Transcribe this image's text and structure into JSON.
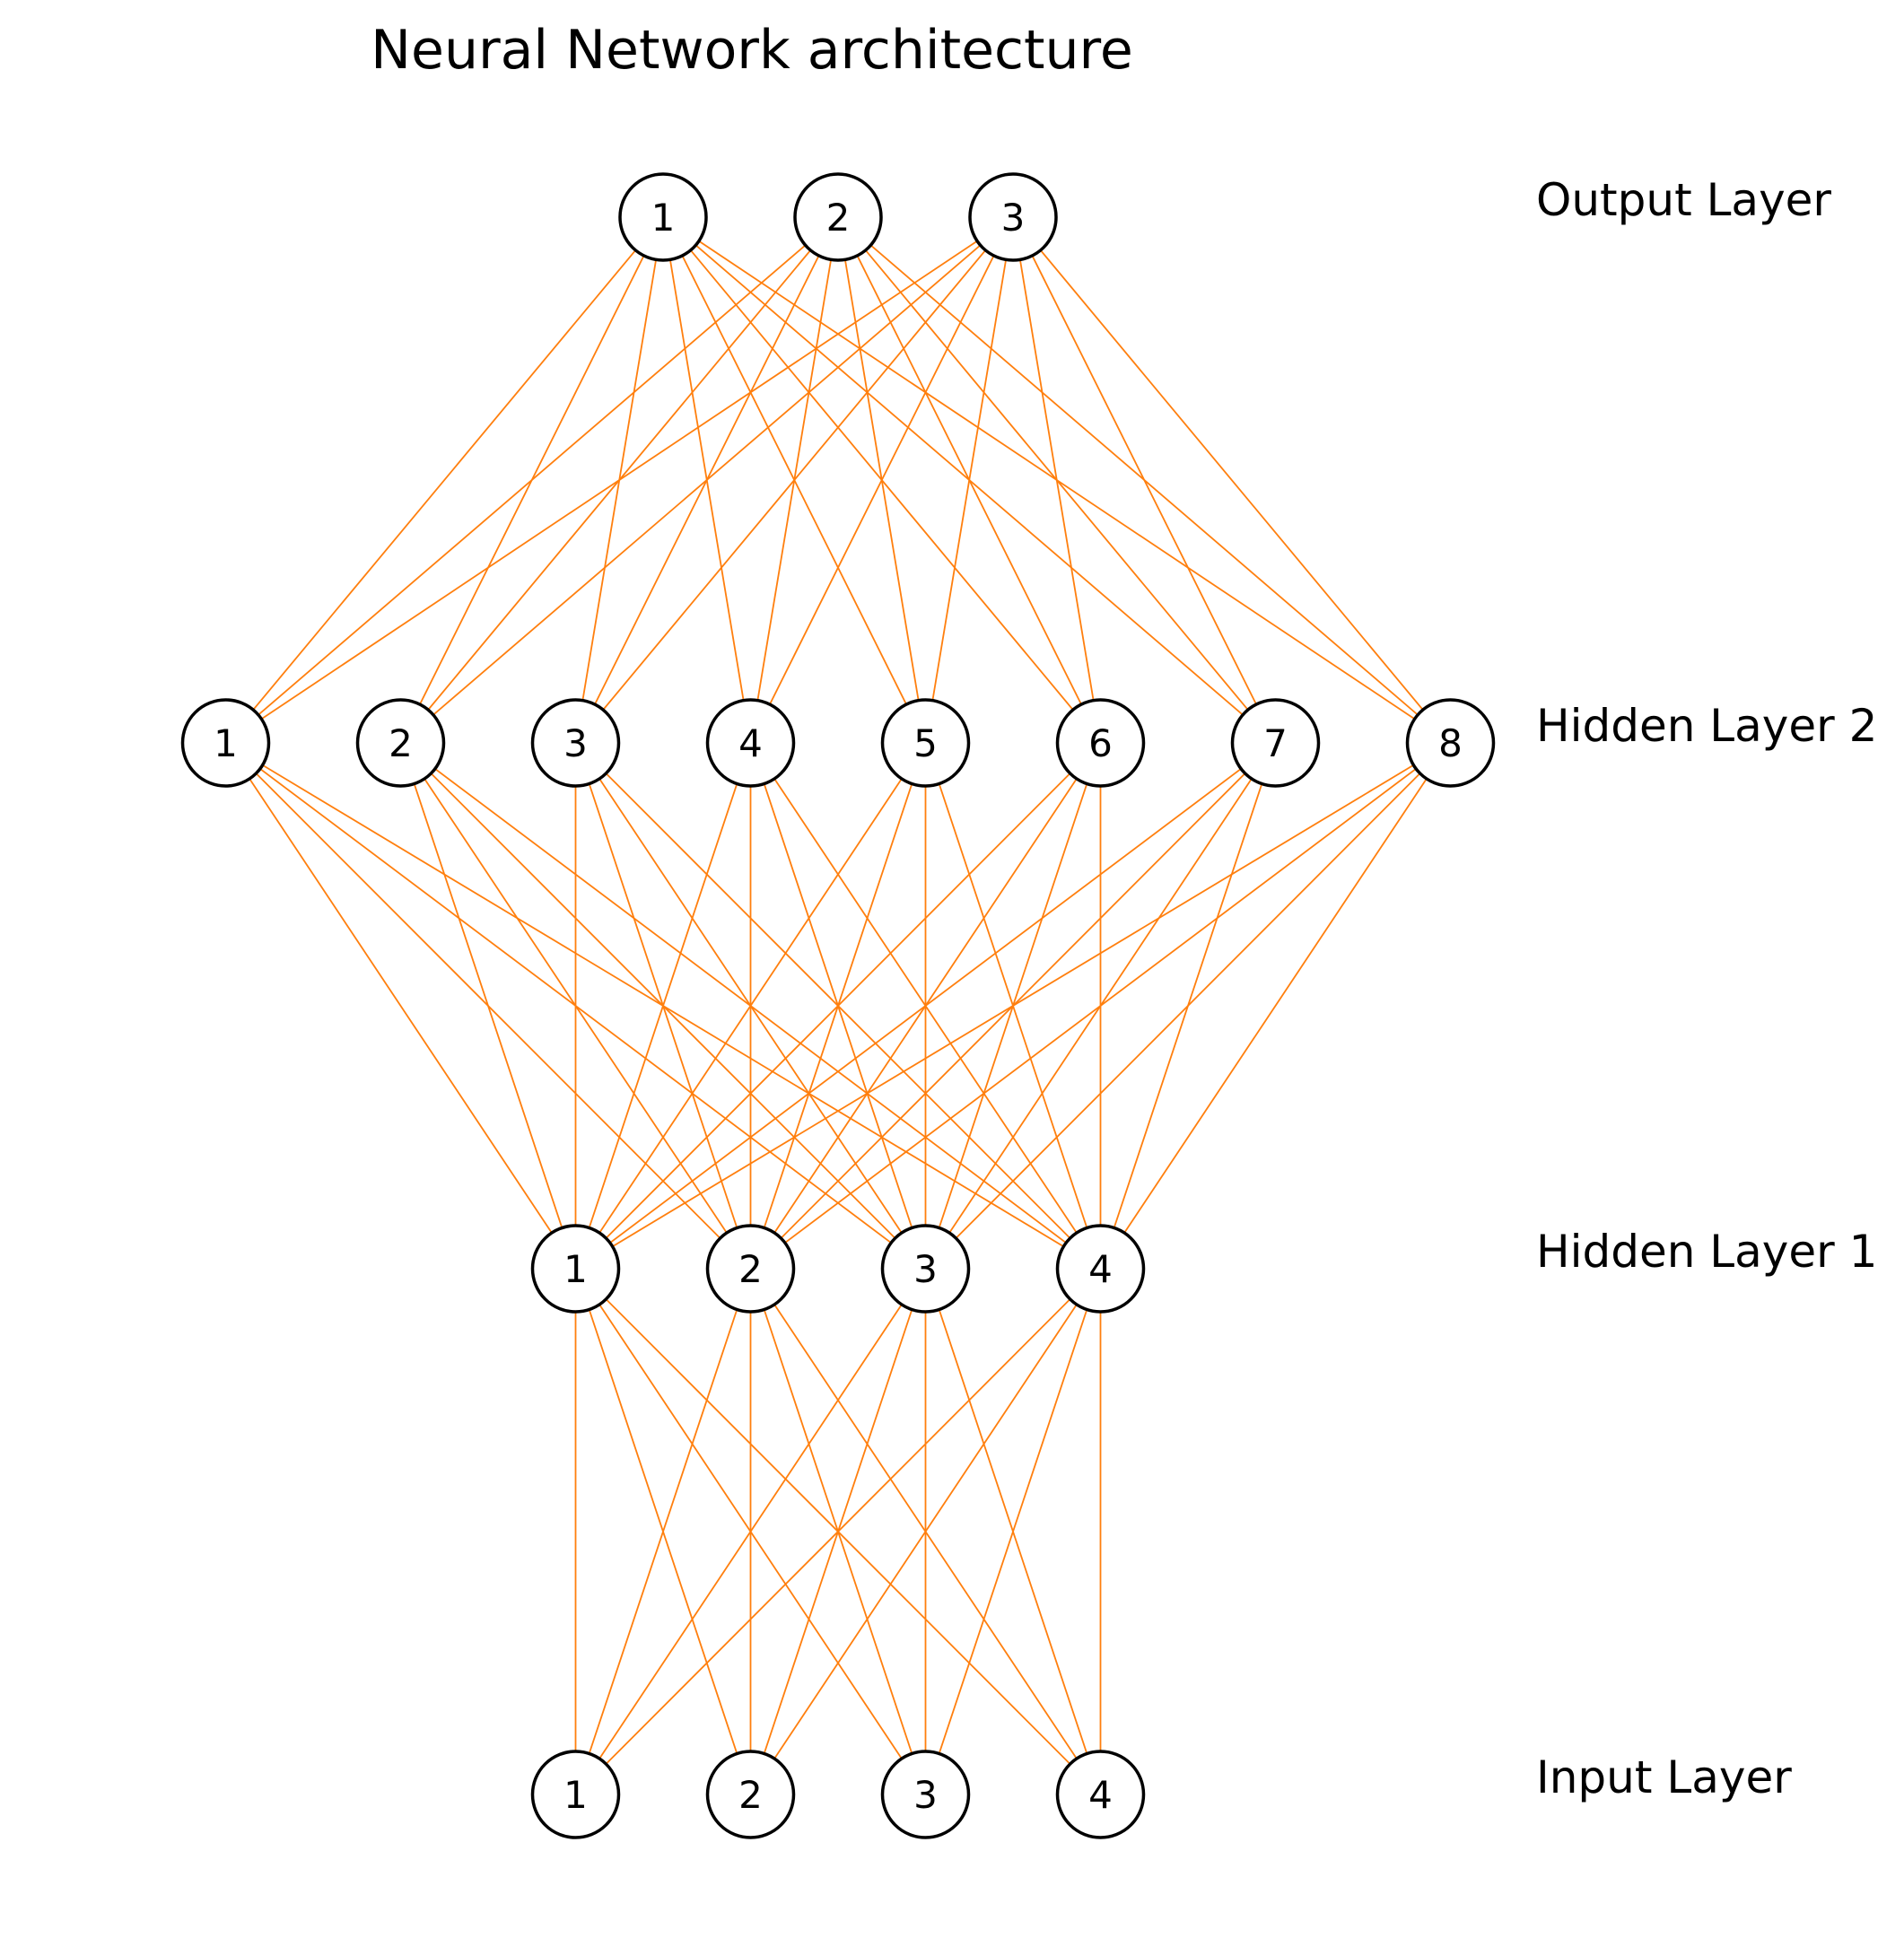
{
  "title": "Neural Network architecture",
  "colors": {
    "edge": "#ff7f0e",
    "node_stroke": "#000000",
    "node_fill": "#ffffff"
  },
  "layers": [
    {
      "name": "Input Layer",
      "nodes": [
        "1",
        "2",
        "3",
        "4"
      ]
    },
    {
      "name": "Hidden Layer 1",
      "nodes": [
        "1",
        "2",
        "3",
        "4"
      ]
    },
    {
      "name": "Hidden Layer 2",
      "nodes": [
        "1",
        "2",
        "3",
        "4",
        "5",
        "6",
        "7",
        "8"
      ]
    },
    {
      "name": "Output Layer",
      "nodes": [
        "1",
        "2",
        "3"
      ]
    }
  ],
  "connectivity": "fully-connected between adjacent layers"
}
